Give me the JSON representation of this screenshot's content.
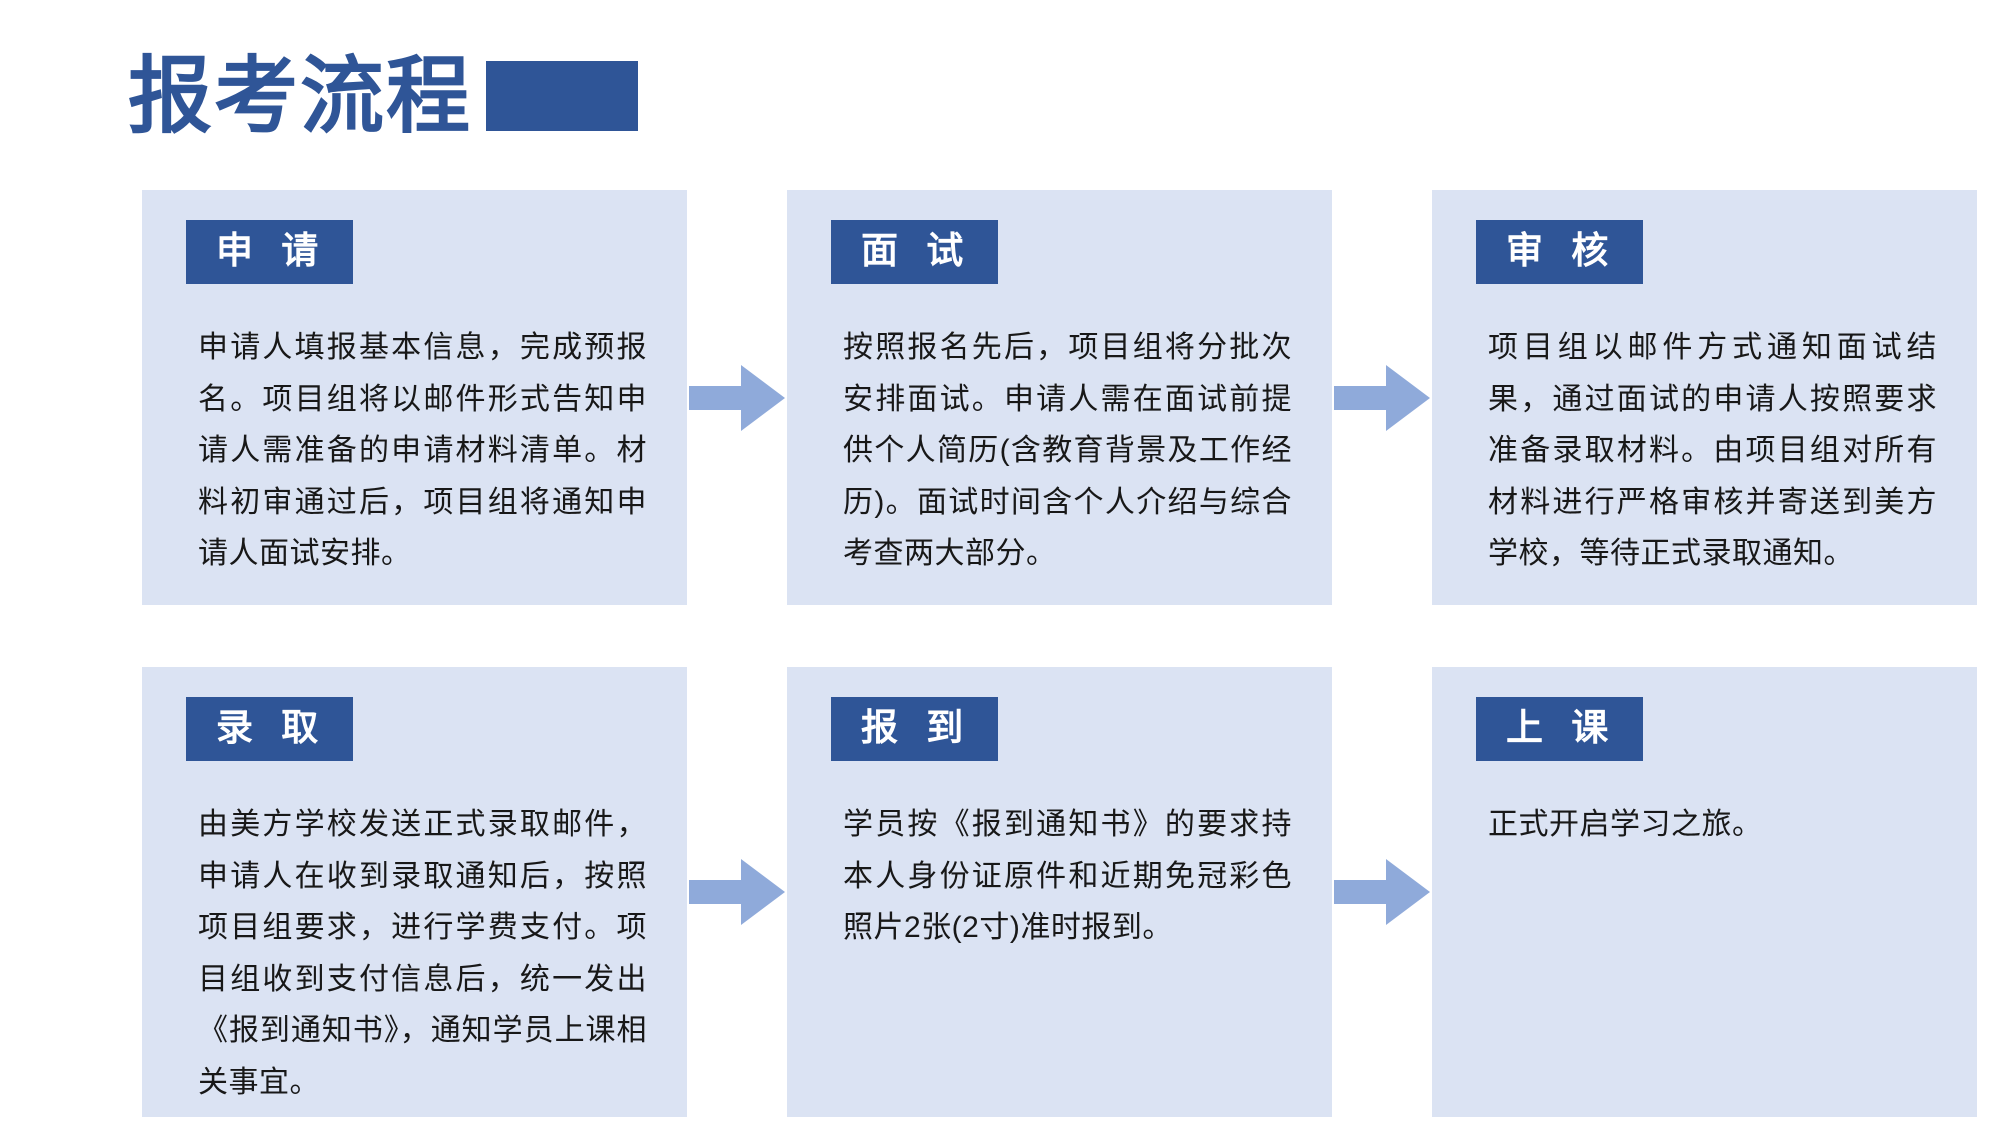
{
  "header": {
    "title": "报考流程",
    "accent_color": "#2f5597"
  },
  "theme": {
    "card_background": "#dbe3f3",
    "badge_background": "#2f5597",
    "badge_text_color": "#ffffff",
    "arrow_color": "#8faada",
    "title_color": "#2f5597",
    "body_text_color": "#181818"
  },
  "flow": {
    "steps": [
      {
        "index": "1",
        "badge": "申 请",
        "body": "申请人填报基本信息，完成预报名。项目组将以邮件形式告知申请人需准备的申请材料清单。材料初审通过后，项目组将通知申请人面试安排。"
      },
      {
        "index": "2",
        "badge": "面 试",
        "body": "按照报名先后，项目组将分批次安排面试。申请人需在面试前提供个人简历(含教育背景及工作经历)。面试时间含个人介绍与综合考查两大部分。"
      },
      {
        "index": "3",
        "badge": "审 核",
        "body": "项目组以邮件方式通知面试结果，通过面试的申请人按照要求准备录取材料。由项目组对所有材料进行严格审核并寄送到美方学校，等待正式录取通知。"
      },
      {
        "index": "4",
        "badge": "录 取",
        "body": "由美方学校发送正式录取邮件，申请人在收到录取通知后，按照项目组要求，进行学费支付。项目组收到支付信息后，统一发出《报到通知书》，通知学员上课相关事宜。"
      },
      {
        "index": "5",
        "badge": "报 到",
        "body": "学员按《报到通知书》的要求持本人身份证原件和近期免冠彩色照片2张(2寸)准时报到。"
      },
      {
        "index": "6",
        "badge": "上 课",
        "body": "正式开启学习之旅。"
      }
    ],
    "connectors": [
      {
        "name": "arrow-step1-to-step2",
        "direction": "right"
      },
      {
        "name": "arrow-step2-to-step3",
        "direction": "right"
      },
      {
        "name": "arrow-step4-to-step5",
        "direction": "right"
      },
      {
        "name": "arrow-step5-to-step6",
        "direction": "right"
      }
    ]
  }
}
